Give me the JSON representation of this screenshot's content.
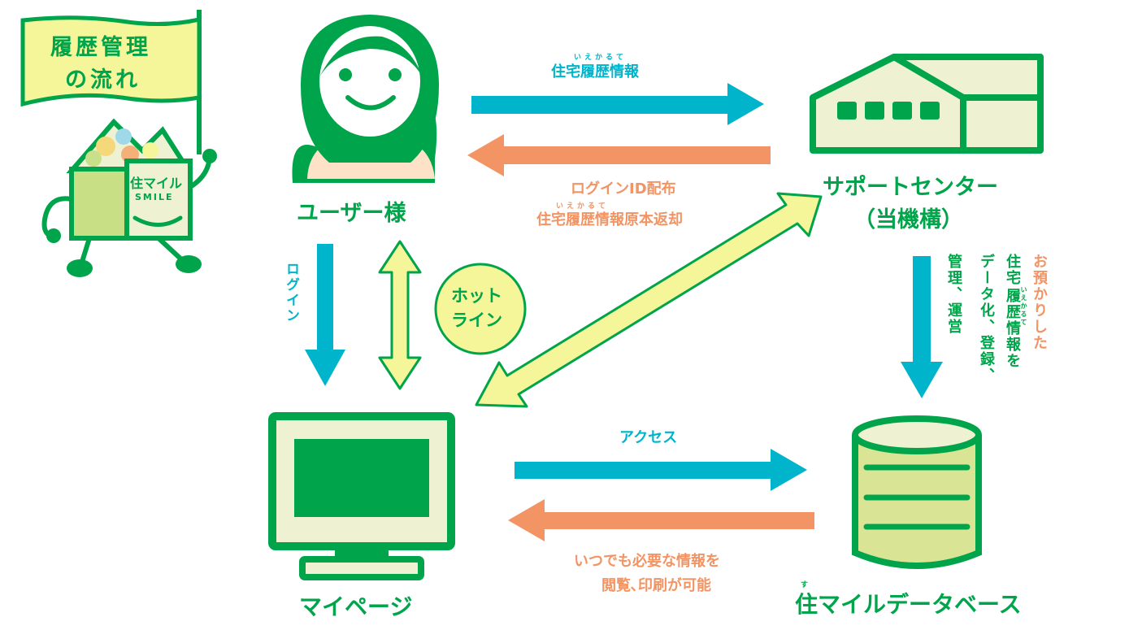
{
  "mascot": {
    "flag_line1": "履歴管理",
    "flag_line2": "の流れ",
    "house_logo": "住マイル",
    "house_sub": "SMILE"
  },
  "nodes": {
    "user": "ユーザー様",
    "support_line1": "サポートセンター",
    "support_line2": "（当機構）",
    "mypage": "マイページ",
    "database": "住マイルデータベース",
    "database_ruby": "す"
  },
  "edges": {
    "history_info_ruby": "いえかるて",
    "history_info": "住宅履歴情報",
    "login_id_line1": "ログインID配布",
    "login_id_ruby": "いえかるて",
    "login_id_line2": "住宅履歴情報原本返却",
    "login": "ログイン",
    "hotline_line1": "ホット",
    "hotline_line2": "ライン",
    "access": "アクセス",
    "view_line1": "いつでも必要な情報を",
    "view_line2": "閲覧､印刷が可能",
    "center_col1": "お預かりした",
    "center_col2_a": "住宅",
    "center_col2_b": "履歴情報を",
    "center_col2_ruby": "いえかるて",
    "center_col3": "データ化、登録、",
    "center_col4": "管理、運営"
  },
  "colors": {
    "green": "#00a44a",
    "blue": "#00b4cc",
    "orange": "#f29463",
    "lightyellow": "#f5f59a",
    "cream": "#eef2d2",
    "skin": "#fde2c8"
  }
}
